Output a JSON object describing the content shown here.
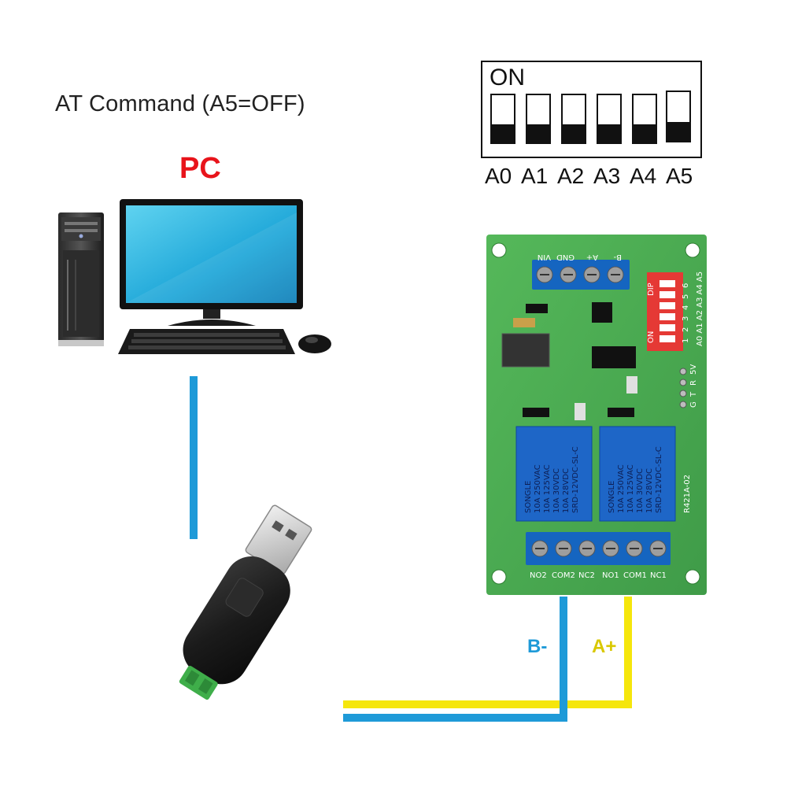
{
  "title": "AT Command (A5=OFF)",
  "pc_label": "PC",
  "dip_switch": {
    "on_label": "ON",
    "positions": [
      "A0",
      "A1",
      "A2",
      "A3",
      "A4",
      "A5"
    ],
    "state_note": "A5=OFF"
  },
  "board": {
    "input_terminal_labels": [
      "B-",
      "A+",
      "GND",
      "VIN"
    ],
    "dip_silk": [
      "DIP",
      "1",
      "2",
      "3",
      "4",
      "5",
      "6",
      "ON"
    ],
    "addr_silk": "A0 A1 A2 A3 A4 A5",
    "uart_header_labels": [
      "5V",
      "R",
      "T",
      "G"
    ],
    "output_terminal_labels": [
      "NO2",
      "COM2",
      "NC2",
      "NO1",
      "COM1",
      "NC1"
    ],
    "model": "R421A-02",
    "relay_lines": [
      "SONGLE",
      "10A 250VAC",
      "10A 125VAC",
      "10A 30VDC",
      "10A 28VDC",
      "SRD-12VDC-SL-C"
    ]
  },
  "wires": {
    "b_minus_label": "B-",
    "a_plus_label": "A+",
    "b_minus_color": "#1e9ad8",
    "a_plus_color": "#f5e60c"
  },
  "colors": {
    "pcb_green": "#4caf50",
    "pc_label_red": "#e8141b"
  }
}
